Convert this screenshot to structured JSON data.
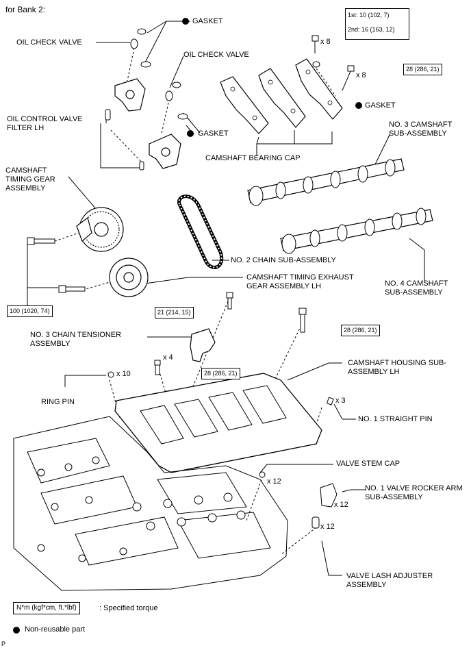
{
  "title": "for Bank 2:",
  "labels": {
    "gasket_top": "GASKET",
    "oil_check_valve_1": "OIL CHECK VALVE",
    "oil_check_valve_2": "OIL CHECK VALVE",
    "oil_control_valve_filter": "OIL CONTROL VALVE FILTER LH",
    "gasket_mid": "GASKET",
    "gasket_right": "GASKET",
    "camshaft_bearing_cap": "CAMSHAFT BEARING CAP",
    "no3_camshaft": "NO. 3 CAMSHAFT SUB-ASSEMBLY",
    "camshaft_timing_gear": "CAMSHAFT TIMING GEAR ASSEMBLY",
    "no2_chain": "NO. 2 CHAIN SUB-ASSEMBLY",
    "no4_camshaft": "NO. 4 CAMSHAFT SUB-ASSEMBLY",
    "exhaust_gear": "CAMSHAFT TIMING EXHAUST GEAR ASSEMBLY LH",
    "no3_chain_tensioner": "NO. 3 CHAIN TENSIONER ASSEMBLY",
    "camshaft_housing": "CAMSHAFT HOUSING SUB-ASSEMBLY LH",
    "ring_pin": "RING PIN",
    "no1_straight_pin": "NO. 1 STRAIGHT PIN",
    "valve_stem_cap": "VALVE STEM CAP",
    "no1_valve_rocker": "NO. 1 VALVE ROCKER ARM SUB-ASSEMBLY",
    "valve_lash_adjuster": "VALVE LASH ADJUSTER ASSEMBLY"
  },
  "quantities": {
    "x8_a": "x 8",
    "x8_b": "x 8",
    "x4": "x 4",
    "x10": "x 10",
    "x3": "x 3",
    "x12_a": "x 12",
    "x12_b": "x 12",
    "x12_c": "x 12"
  },
  "torques": {
    "first": "1st: 10 (102, 7)",
    "second": "2nd: 16 (163, 12)",
    "bolt_right": "28 (286, 21)",
    "gear_bolt": "100 (1020, 74)",
    "tensioner_bolt": "21 (214, 15)",
    "housing_bolt_right": "28 (286, 21)",
    "housing_bolt_left": "28 (286, 21)"
  },
  "legend": {
    "torque_unit": "N*m (kgf*cm, ft.*lbf)",
    "torque_desc": ": Specified torque",
    "nonreusable": "Non-reusable part"
  },
  "footer_mark": "P"
}
